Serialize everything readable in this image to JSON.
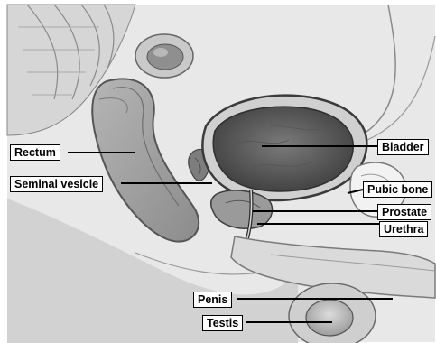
{
  "diagram": {
    "labels": {
      "rectum": "Rectum",
      "seminal_vesicle": "Seminal vesicle",
      "bladder": "Bladder",
      "pubic_bone": "Pubic bone",
      "prostate": "Prostate",
      "urethra": "Urethra",
      "penis": "Penis",
      "testis": "Testis"
    },
    "colors": {
      "background": "#ffffff",
      "tissue_light": "#e6e6e6",
      "tissue_mid": "#c8c8c8",
      "tissue_dark": "#5a5a5a",
      "label_border": "#000000",
      "leader_line": "#000000"
    }
  }
}
